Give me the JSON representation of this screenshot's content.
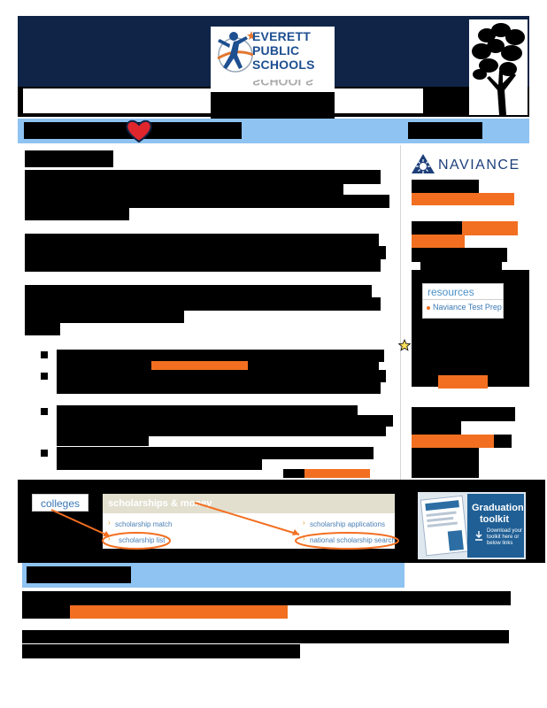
{
  "logo": {
    "line1": "EVERETT",
    "line2": "PUBLIC",
    "line3": "SCHOOLS",
    "reflection": "SCHOOLS"
  },
  "sidebar": {
    "naviance_logo": "NAVIANCE",
    "resources": {
      "title": "resources",
      "item": "Naviance Test Prep"
    }
  },
  "screenshot": {
    "colleges_tab": "colleges",
    "scholarships": {
      "header": "scholarships & money",
      "links": [
        "scholarship match",
        "scholarship applications",
        "scholarship list",
        "national scholarship search"
      ]
    }
  },
  "toolkit": {
    "title_line1": "Graduation",
    "title_line2": "toolkit",
    "subtitle_line1": "Download your",
    "subtitle_line2": "toolkit here or",
    "subtitle_line3": "below links"
  },
  "icons": {
    "heart": "heart-icon",
    "star": "star-icon",
    "naviance_sun": "naviance-sun-icon",
    "chevron": "chevron-right-icon",
    "bullet": "bullet-icon"
  },
  "colors": {
    "navy": "#0f2447",
    "light_blue": "#8ec3f2",
    "orange": "#f26f21",
    "heart": "#e0262d"
  }
}
